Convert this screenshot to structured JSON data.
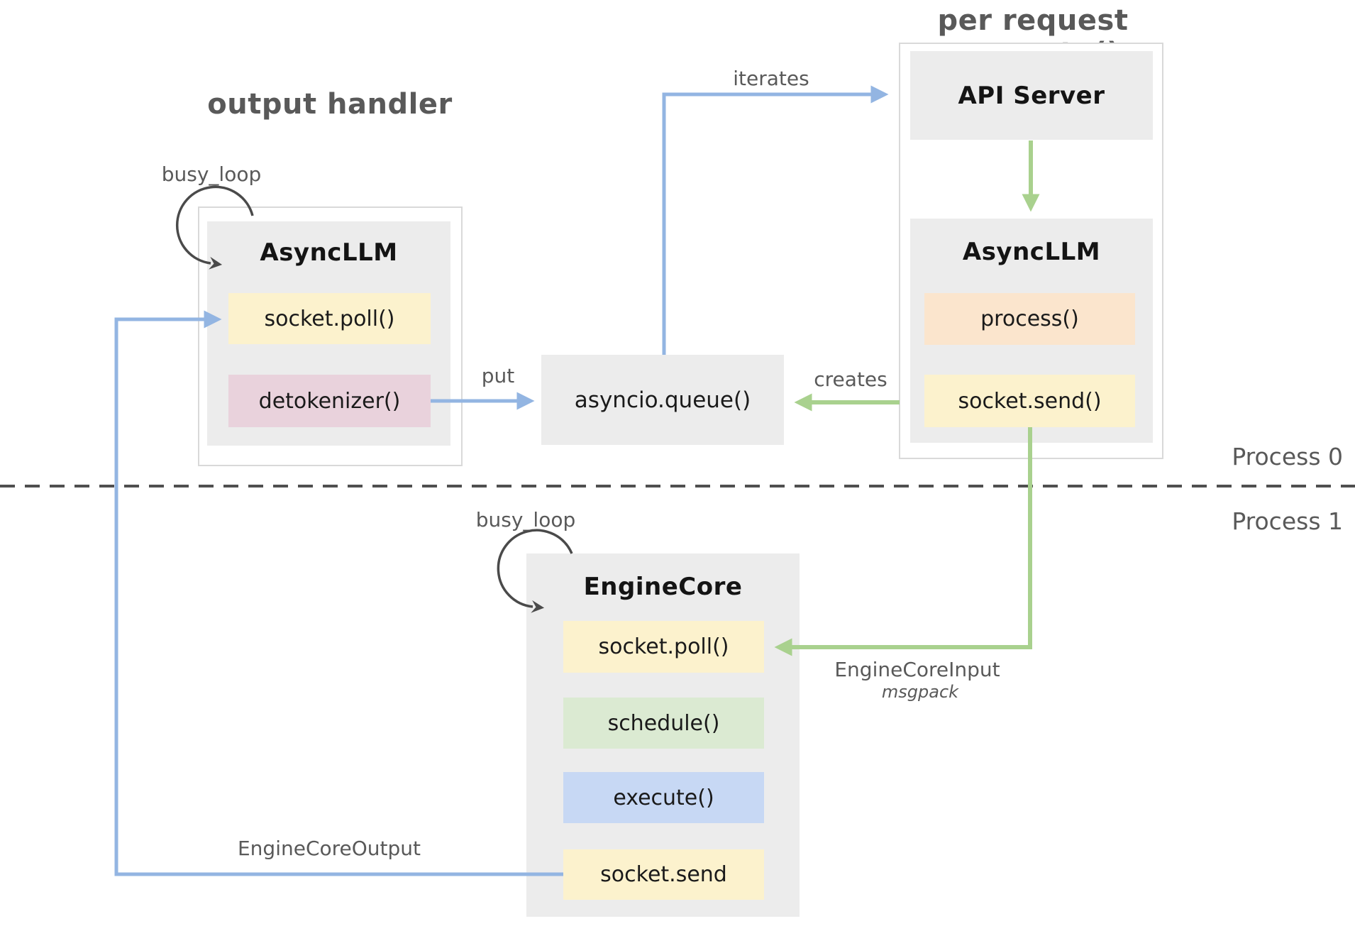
{
  "titles": {
    "per_request": "per request generate()",
    "output_handler": "output handler"
  },
  "process_labels": {
    "p0": "Process 0",
    "p1": "Process 1"
  },
  "arrow_labels": {
    "iterates": "iterates",
    "put": "put",
    "creates": "creates",
    "busy_loop_top": "busy_loop",
    "busy_loop_bottom": "busy_loop",
    "engine_core_input": "EngineCoreInput",
    "msgpack": "msgpack",
    "engine_core_output": "EngineCoreOutput"
  },
  "nodes": {
    "api_server": {
      "title": "API Server"
    },
    "async_llm_request": {
      "title": "AsyncLLM",
      "items": [
        {
          "label": "process()",
          "color": "#fbe5cd"
        },
        {
          "label": "socket.send()",
          "color": "#fcf2cd"
        }
      ]
    },
    "async_llm_output": {
      "title": "AsyncLLM",
      "items": [
        {
          "label": "socket.poll()",
          "color": "#fcf2cd"
        },
        {
          "label": "detokenizer()",
          "color": "#e9d2dc"
        }
      ]
    },
    "asyncio_queue": {
      "label": "asyncio.queue()"
    },
    "engine_core": {
      "title": "EngineCore",
      "items": [
        {
          "label": "socket.poll()",
          "color": "#fcf2cd"
        },
        {
          "label": "schedule()",
          "color": "#dbead2"
        },
        {
          "label": "execute()",
          "color": "#c7d8f4"
        },
        {
          "label": "socket.send",
          "color": "#fcf2cd"
        }
      ]
    }
  },
  "colors": {
    "background": "#ffffff",
    "gray_box": "#ececec",
    "container_border": "#d9d9d9",
    "yellow_box": "#fcf2cd",
    "peach_box": "#fbe5cd",
    "pink_box": "#e9d2dc",
    "green_box": "#dbead2",
    "blue_box": "#c7d8f4",
    "arrow_blue": "#93b5e2",
    "arrow_green": "#a9d18e",
    "busy_loop_arc": "#4a4a4a",
    "label_gray": "#595959"
  }
}
